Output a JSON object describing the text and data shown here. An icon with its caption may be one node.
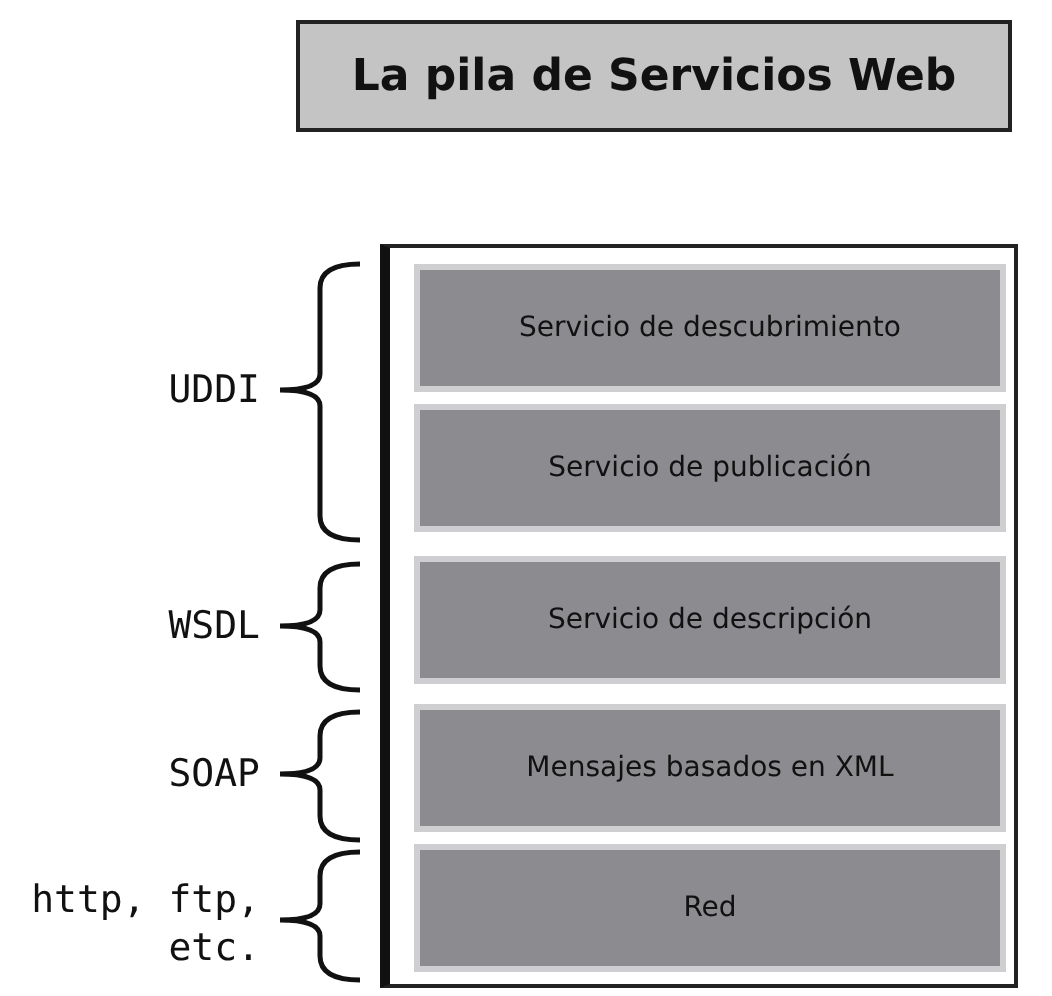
{
  "diagram": {
    "title": "La pila de Servicios Web",
    "nodes": [
      {
        "text": [],
        "shape": "box"
      },
      {
        "text": [
          "Servicio de descubrimiento"
        ],
        "in": 0
      },
      {
        "text": [
          "Servicio de publicación"
        ],
        "in": 0
      },
      {
        "text": [
          "Servicio de descripción"
        ],
        "in": 0
      },
      {
        "text": [
          "Mensajes basados en XML"
        ],
        "in": 0
      },
      {
        "text": [
          "Red"
        ],
        "in": 0
      }
    ],
    "labels": [
      "UDDI",
      "WSDL",
      "SOAP",
      "http, ftp, etc."
    ]
  }
}
